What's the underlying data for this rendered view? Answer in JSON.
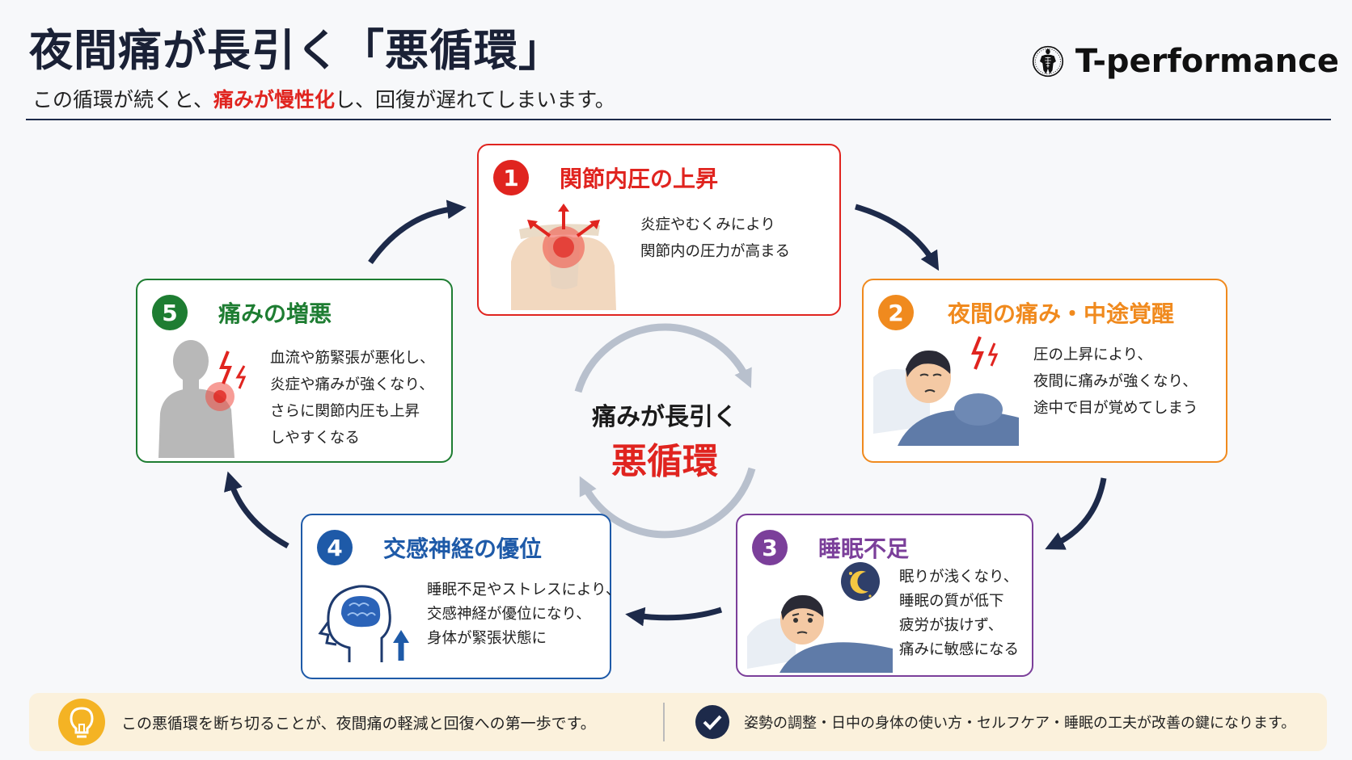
{
  "header": {
    "title": "夜間痛が長引く「悪循環」",
    "subtitle_pre": "この循環が続くと、",
    "subtitle_highlight": "痛みが慢性化",
    "subtitle_post": "し、回復が遅れてしまいます。",
    "logo_text": "T-performance"
  },
  "cycle": {
    "center_line1": "痛みが長引く",
    "center_line2": "悪循環",
    "steps": [
      {
        "num": "1",
        "title": "関節内圧の上昇",
        "lines": [
          "炎症やむくみにより",
          "関節内の圧力が高まる"
        ],
        "color": "#e0241f",
        "illustration": "shoulder-joint-pressure-icon"
      },
      {
        "num": "2",
        "title": "夜間の痛み・中途覚醒",
        "lines": [
          "圧の上昇により、",
          "夜間に痛みが強くなり、",
          "途中で目が覚めてしまう"
        ],
        "color": "#f08a1e",
        "illustration": "waking-in-pain-icon"
      },
      {
        "num": "3",
        "title": "睡眠不足",
        "lines": [
          "眠りが浅くなり、",
          "睡眠の質が低下",
          "疲労が抜けず、",
          "痛みに敏感になる"
        ],
        "color": "#7b3f9a",
        "illustration": "sleepless-person-icon"
      },
      {
        "num": "4",
        "title": "交感神経の優位",
        "lines": [
          "睡眠不足やストレスにより、",
          "交感神経が優位になり、",
          "身体が緊張状態に"
        ],
        "color": "#1e5aa8",
        "illustration": "brain-head-icon"
      },
      {
        "num": "5",
        "title": "痛みの増悪",
        "lines": [
          "血流や筋緊張が悪化し、",
          "炎症や痛みが強くなり、",
          "さらに関節内圧も上昇",
          "しやすくなる"
        ],
        "color": "#1e7d32",
        "illustration": "shoulder-pain-body-icon"
      }
    ]
  },
  "footer": {
    "left_text": "この悪循環を断ち切ることが、夜間痛の軽減と回復への第一歩です。",
    "right_text": "姿勢の調整・日中の身体の使い方・セルフケア・睡眠の工夫が改善の鍵になります。",
    "left_icon": "lightbulb-icon",
    "right_icon": "checkmark-icon"
  }
}
